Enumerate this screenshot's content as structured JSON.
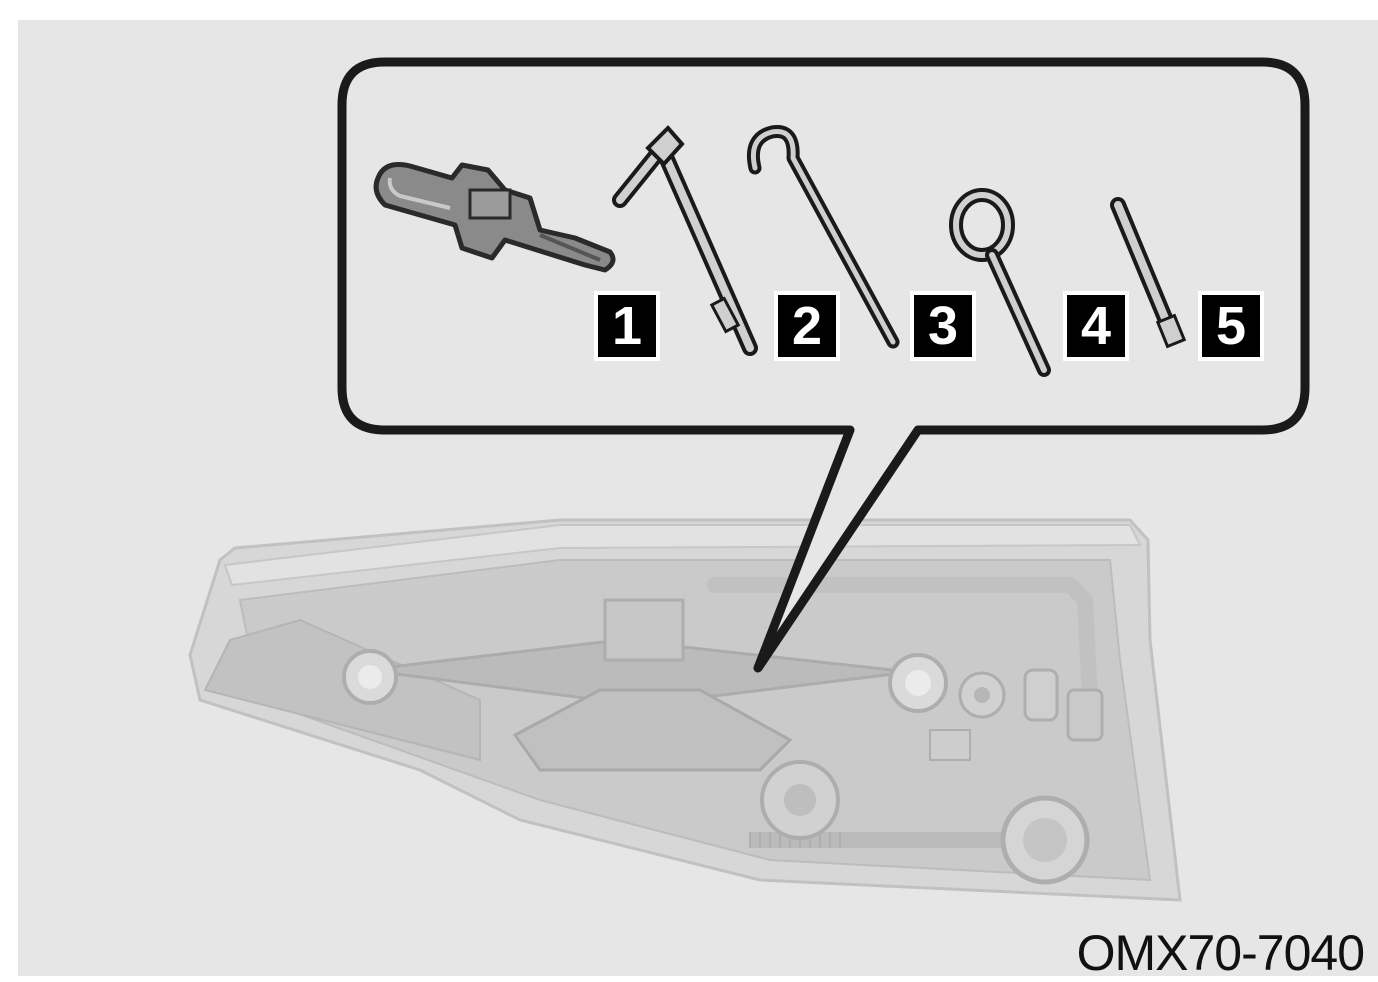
{
  "figure": {
    "code": "OMX70-7040",
    "tools": [
      {
        "number": "1",
        "icon": "scissor-jack-icon"
      },
      {
        "number": "2",
        "icon": "wheel-wrench-icon"
      },
      {
        "number": "3",
        "icon": "jack-handle-icon"
      },
      {
        "number": "4",
        "icon": "towing-eye-icon"
      },
      {
        "number": "5",
        "icon": "extension-bar-icon"
      }
    ],
    "colors": {
      "background": "#e6e6e6",
      "outline": "#1a1a1a",
      "label_bg": "#000000",
      "label_text": "#ffffff",
      "tray": "#c9c9c9"
    }
  }
}
